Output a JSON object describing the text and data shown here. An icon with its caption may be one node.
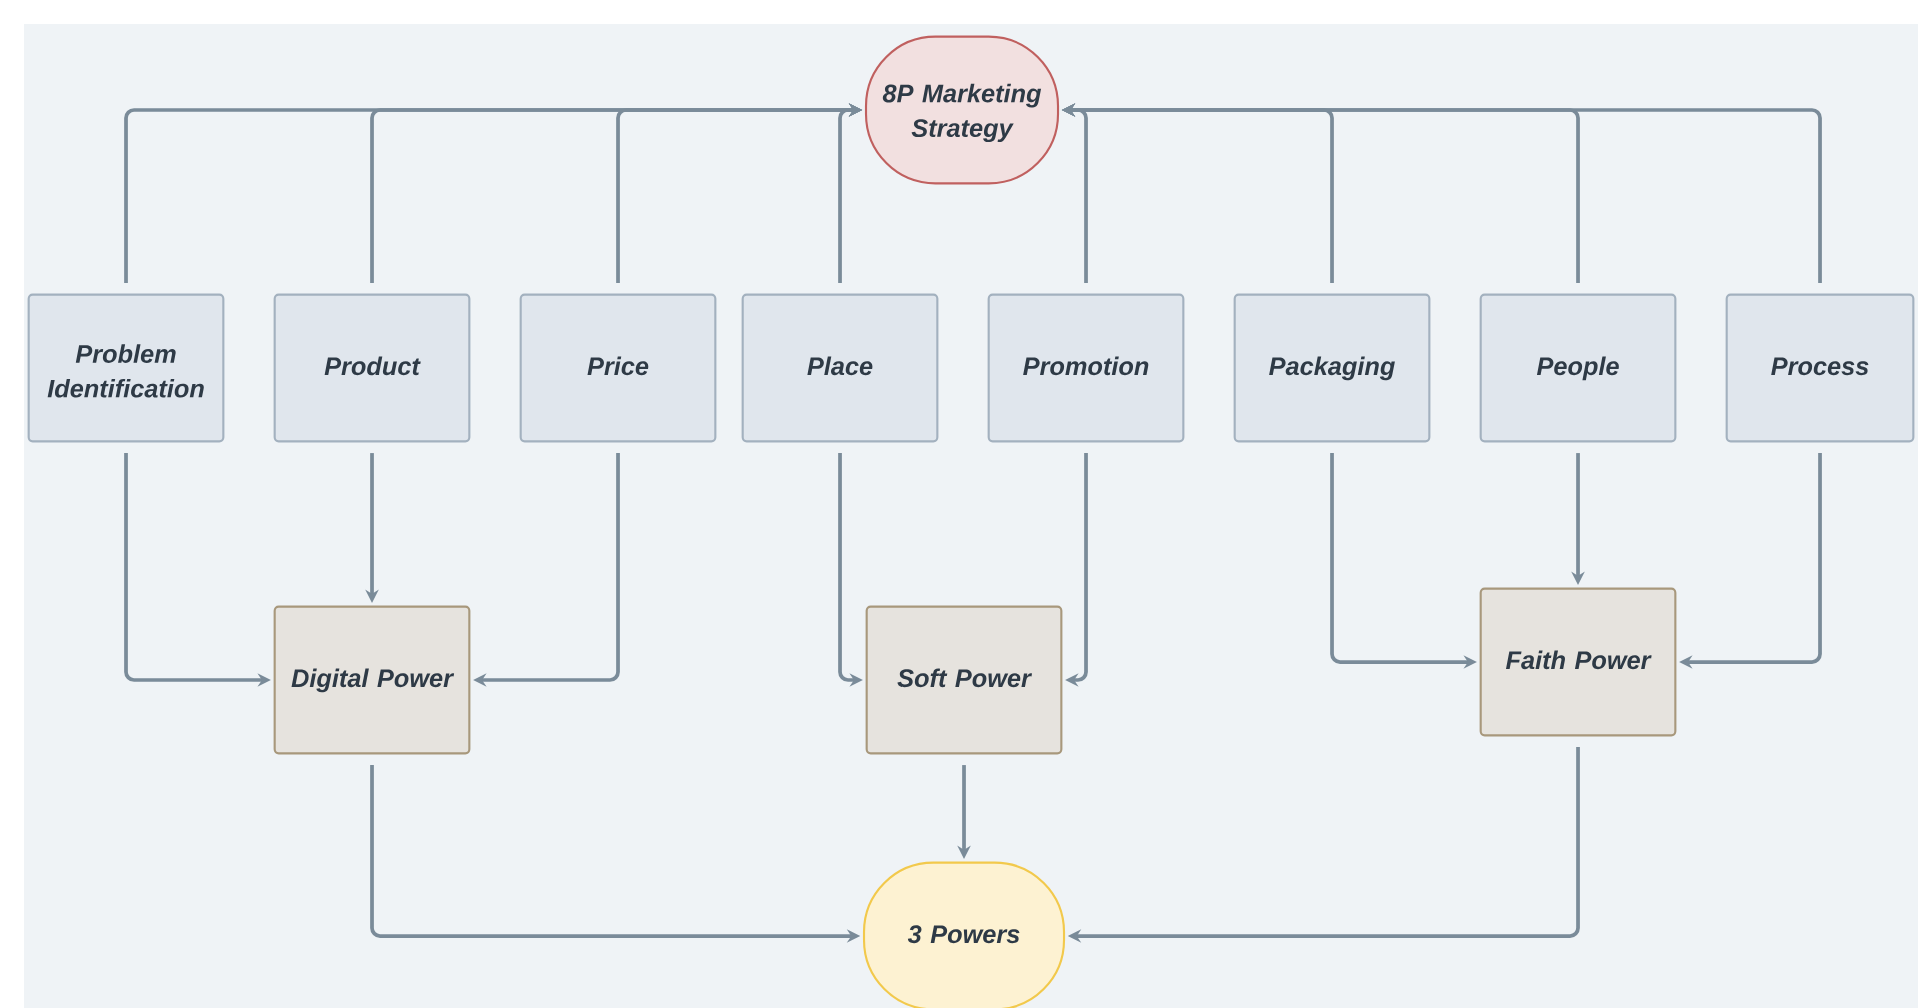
{
  "diagram": {
    "nodes": [
      {
        "text": [
          "8P Marketing Strategy"
        ]
      },
      {
        "text": [
          "Problem Identification"
        ]
      },
      {
        "text": [
          "Product"
        ]
      },
      {
        "text": [
          "Price"
        ]
      },
      {
        "text": [
          "Place"
        ]
      },
      {
        "text": [
          "Promotion"
        ]
      },
      {
        "text": [
          "Packaging"
        ]
      },
      {
        "text": [
          "People"
        ]
      },
      {
        "text": [
          "Process"
        ]
      },
      {
        "text": [
          "Digital Power"
        ]
      },
      {
        "text": [
          "Soft Power"
        ]
      },
      {
        "text": [
          "Faith Power"
        ]
      },
      {
        "text": [
          "3 Powers"
        ]
      }
    ],
    "edges": [
      {
        "from": 1,
        "to": 0,
        "arrow": "to"
      },
      {
        "from": 2,
        "to": 0,
        "arrow": "to"
      },
      {
        "from": 3,
        "to": 0,
        "arrow": "to"
      },
      {
        "from": 4,
        "to": 0,
        "arrow": "to"
      },
      {
        "from": 5,
        "to": 0,
        "arrow": "to"
      },
      {
        "from": 6,
        "to": 0,
        "arrow": "to"
      },
      {
        "from": 7,
        "to": 0,
        "arrow": "to"
      },
      {
        "from": 8,
        "to": 0,
        "arrow": "to"
      },
      {
        "from": 1,
        "to": 9,
        "arrow": "to"
      },
      {
        "from": 2,
        "to": 9,
        "arrow": "to"
      },
      {
        "from": 3,
        "to": 9,
        "arrow": "to"
      },
      {
        "from": 4,
        "to": 10,
        "arrow": "to"
      },
      {
        "from": 5,
        "to": 10,
        "arrow": "to"
      },
      {
        "from": 6,
        "to": 11,
        "arrow": "to"
      },
      {
        "from": 7,
        "to": 11,
        "arrow": "to"
      },
      {
        "from": 8,
        "to": 11,
        "arrow": "to"
      },
      {
        "from": 9,
        "to": 12,
        "arrow": "to"
      },
      {
        "from": 10,
        "to": 12,
        "arrow": "to"
      },
      {
        "from": 11,
        "to": 12,
        "arrow": "to"
      }
    ]
  }
}
